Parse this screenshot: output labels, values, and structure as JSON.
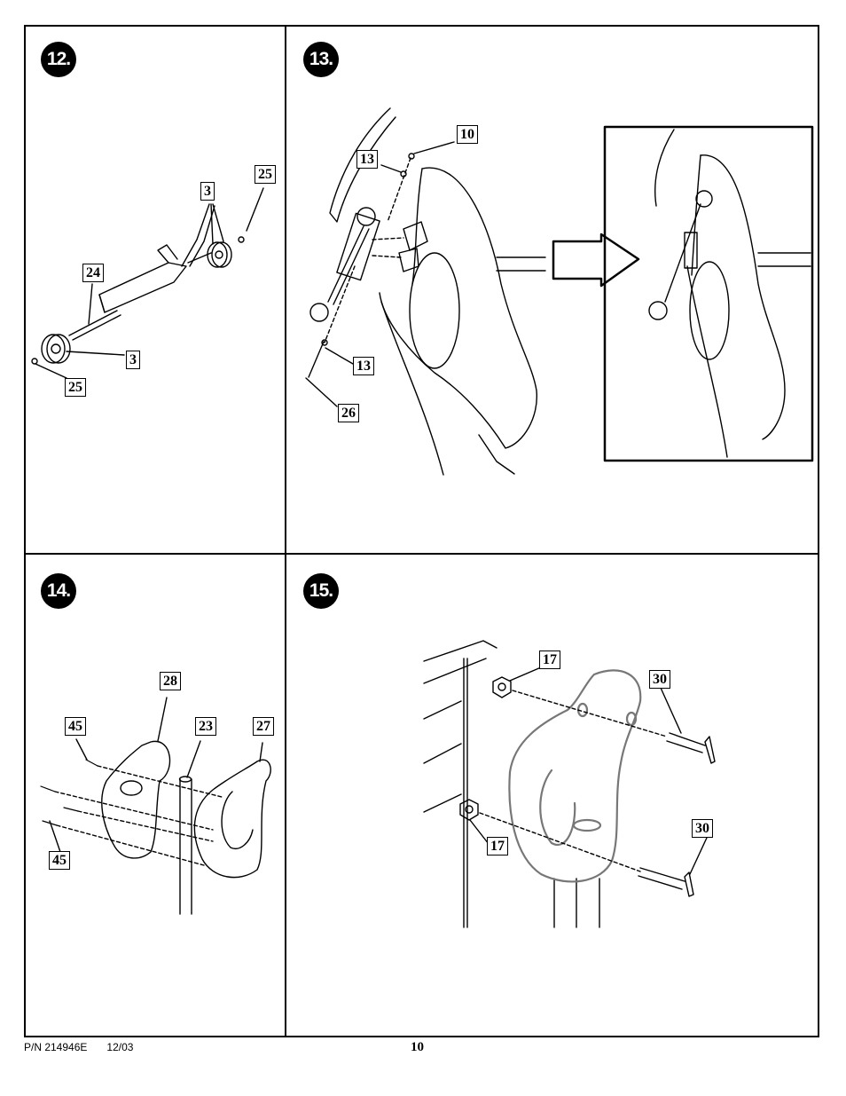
{
  "steps": {
    "s12": "12.",
    "s13": "13.",
    "s14": "14.",
    "s15": "15."
  },
  "callouts": {
    "p12": [
      "3",
      "25",
      "24",
      "3",
      "25"
    ],
    "p13": [
      "10",
      "13",
      "13",
      "26"
    ],
    "p14": [
      "28",
      "45",
      "23",
      "27",
      "45"
    ],
    "p15": [
      "17",
      "30",
      "30",
      "17"
    ]
  },
  "footer": {
    "part_number": "P/N 214946E",
    "date": "12/03",
    "page": "10"
  },
  "icons": {
    "arrow": "right-arrow-icon"
  }
}
